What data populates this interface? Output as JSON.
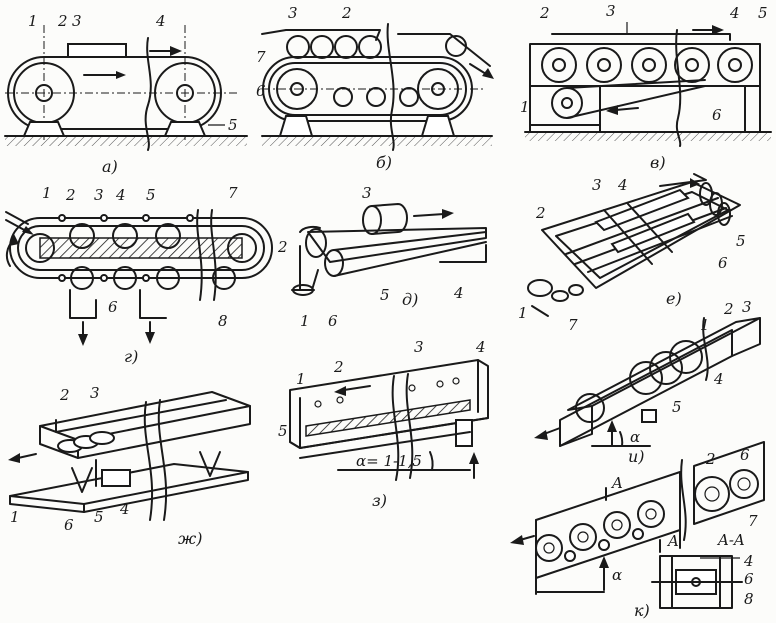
{
  "figure": {
    "panel_captions": [
      "а)",
      "б)",
      "в)",
      "г)",
      "д)",
      "е)",
      "ж)",
      "з)",
      "и)",
      "к)"
    ],
    "panel_a": {
      "labels": [
        "1",
        "2",
        "3",
        "4",
        "5"
      ]
    },
    "panel_b": {
      "labels": [
        "3",
        "2",
        "7",
        "6"
      ]
    },
    "panel_v": {
      "labels": [
        "2",
        "3",
        "4",
        "5",
        "1",
        "6"
      ]
    },
    "panel_g": {
      "labels": [
        "1",
        "2",
        "3",
        "4",
        "5",
        "7",
        "6",
        "8"
      ]
    },
    "panel_d": {
      "labels": [
        "3",
        "2",
        "1",
        "6",
        "5",
        "4"
      ]
    },
    "panel_e": {
      "labels": [
        "3",
        "4",
        "2",
        "5",
        "6",
        "1",
        "7"
      ]
    },
    "panel_zh": {
      "labels": [
        "2",
        "3",
        "1",
        "6",
        "5",
        "4"
      ]
    },
    "panel_z": {
      "labels": [
        "1",
        "2",
        "3",
        "4",
        "5"
      ],
      "angle_label": "α= 1-1,5"
    },
    "panel_i": {
      "labels": [
        "1",
        "2",
        "3",
        "4",
        "5"
      ],
      "angle_label": "α"
    },
    "panel_k": {
      "labels": [
        "A",
        "2",
        "6",
        "7",
        "A",
        "α",
        "4",
        "6",
        "8"
      ],
      "section_label": "A-A"
    }
  }
}
